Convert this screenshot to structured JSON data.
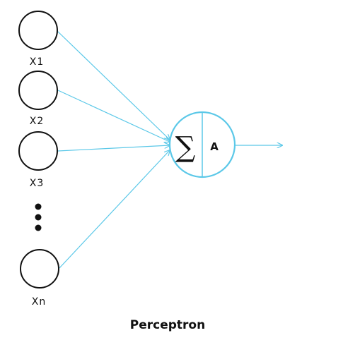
{
  "inputs": [
    {
      "label": "X1"
    },
    {
      "label": "X2"
    },
    {
      "label": "X3"
    },
    {
      "label": "Xn"
    }
  ],
  "neuron": {
    "sum_symbol": "∑",
    "activation_label": "A"
  },
  "caption": "Perceptron",
  "colors": {
    "connection": "#5bc8e8",
    "neuron_border": "#5bc8e8",
    "input_border": "#111111",
    "ellipsis_dots": "#111111",
    "text": "#111111"
  }
}
